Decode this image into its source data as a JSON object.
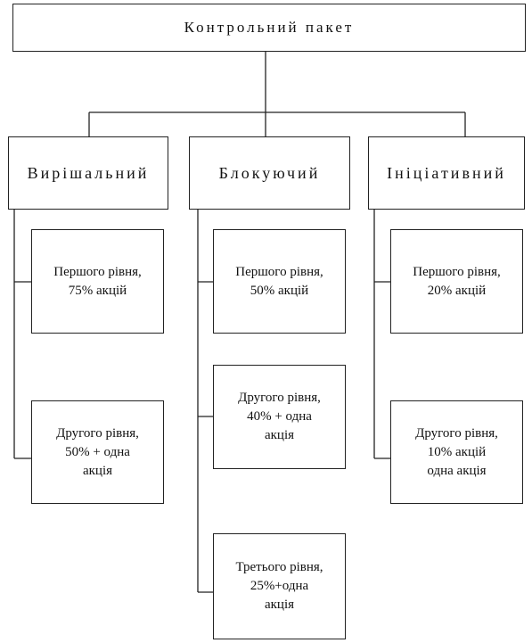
{
  "root": {
    "label": "Контрольний пакет"
  },
  "categories": [
    {
      "label": "Вирішальний",
      "levels": [
        {
          "lines": [
            "Першого рівня,",
            "75% акцій"
          ]
        },
        {
          "lines": [
            "Другого рівня,",
            "50% + одна",
            "акція"
          ]
        }
      ]
    },
    {
      "label": "Блокуючий",
      "levels": [
        {
          "lines": [
            "Першого рівня,",
            "50% акцій"
          ]
        },
        {
          "lines": [
            "Другого рівня,",
            "40% + одна",
            "акція"
          ]
        },
        {
          "lines": [
            "Третього рівня,",
            "25%+одна",
            "акція"
          ]
        }
      ]
    },
    {
      "label": "Ініціативний",
      "levels": [
        {
          "lines": [
            "Першого рівня,",
            "20% акцій"
          ]
        },
        {
          "lines": [
            "Другого рівня,",
            "10% акцій",
            "одна акція"
          ]
        }
      ]
    }
  ]
}
